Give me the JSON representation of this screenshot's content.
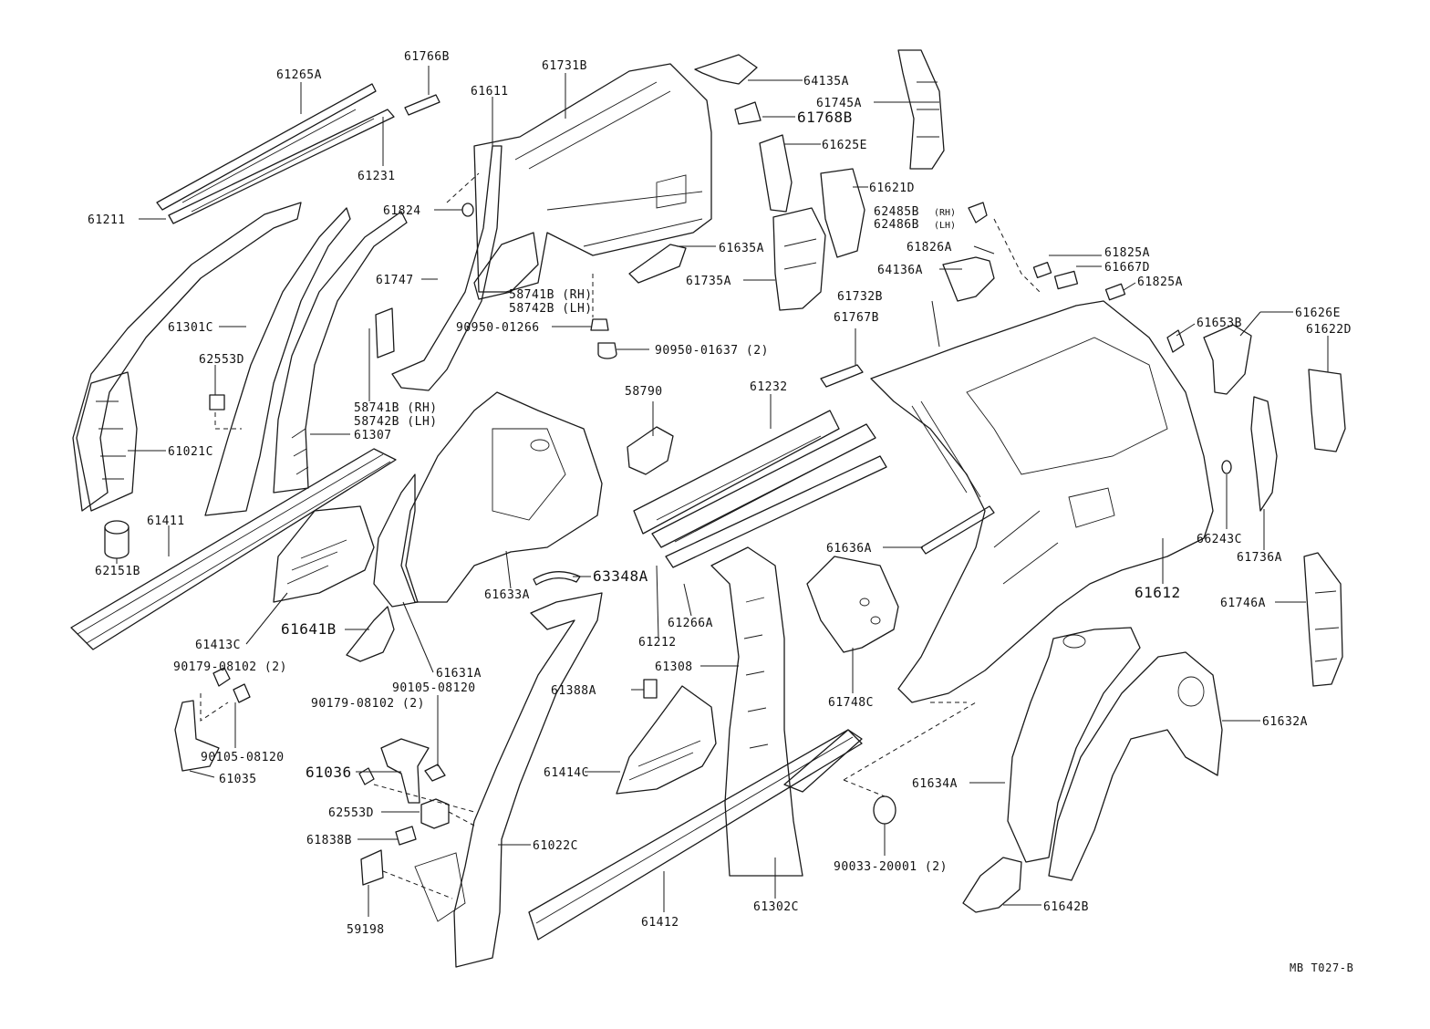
{
  "labels": {
    "p61265A": "61265A",
    "p61766B": "61766B",
    "p61731B": "61731B",
    "p61611": "61611",
    "p64135A": "64135A",
    "p61745A": "61745A",
    "p61768B": "61768B",
    "p61625E": "61625E",
    "p61231": "61231",
    "p61211": "61211",
    "p61824": "61824",
    "p61621D": "61621D",
    "p62485B": "62485B",
    "p62485B_rh": "(RH)",
    "p62486B": "62486B",
    "p62486B_lh": "(LH)",
    "p61635A": "61635A",
    "p61826A": "61826A",
    "p61825A_1": "61825A",
    "p64136A": "64136A",
    "p61667D": "61667D",
    "p61747": "61747",
    "p61735A": "61735A",
    "p61825A_2": "61825A",
    "p58741B_1": "58741B (RH)",
    "p58742B_1": "58742B (LH)",
    "p61732B": "61732B",
    "p61653B": "61653B",
    "p61626E": "61626E",
    "p61301C": "61301C",
    "p90950_01266": "90950-01266",
    "p61767B": "61767B",
    "p61622D": "61622D",
    "p90950_01637": "90950-01637 (2)",
    "p62553D_1": "62553D",
    "p58741B_2": "58741B (RH)",
    "p58742B_2": "58742B (LH)",
    "p58790": "58790",
    "p61232": "61232",
    "p61307": "61307",
    "p61021C": "61021C",
    "p61411": "61411",
    "p66243C": "66243C",
    "p62151B": "62151B",
    "p61736A": "61736A",
    "p61636A": "61636A",
    "p63348A": "63348A",
    "p61633A": "61633A",
    "p61612": "61612",
    "p61641B": "61641B",
    "p61266A": "61266A",
    "p61746A": "61746A",
    "p61413C": "61413C",
    "p61212": "61212",
    "p61631A": "61631A",
    "p90179_08102_a": "90179-08102 (2)",
    "p61308": "61308",
    "p90105_08120_a": "90105-08120",
    "p90179_08102_b": "90179-08102 (2)",
    "p61388A": "61388A",
    "p61748C": "61748C",
    "p61632A": "61632A",
    "p90105_08120_b": "90105-08120",
    "p61035": "61035",
    "p61036": "61036",
    "p61414C": "61414C",
    "p61634A": "61634A",
    "p62553D_2": "62553D",
    "p61838B": "61838B",
    "p61022C": "61022C",
    "p90033_20001": "90033-20001 (2)",
    "p61302C": "61302C",
    "p61642B": "61642B",
    "p59198": "59198",
    "p61412": "61412",
    "ref_code": "MB T027-B"
  }
}
